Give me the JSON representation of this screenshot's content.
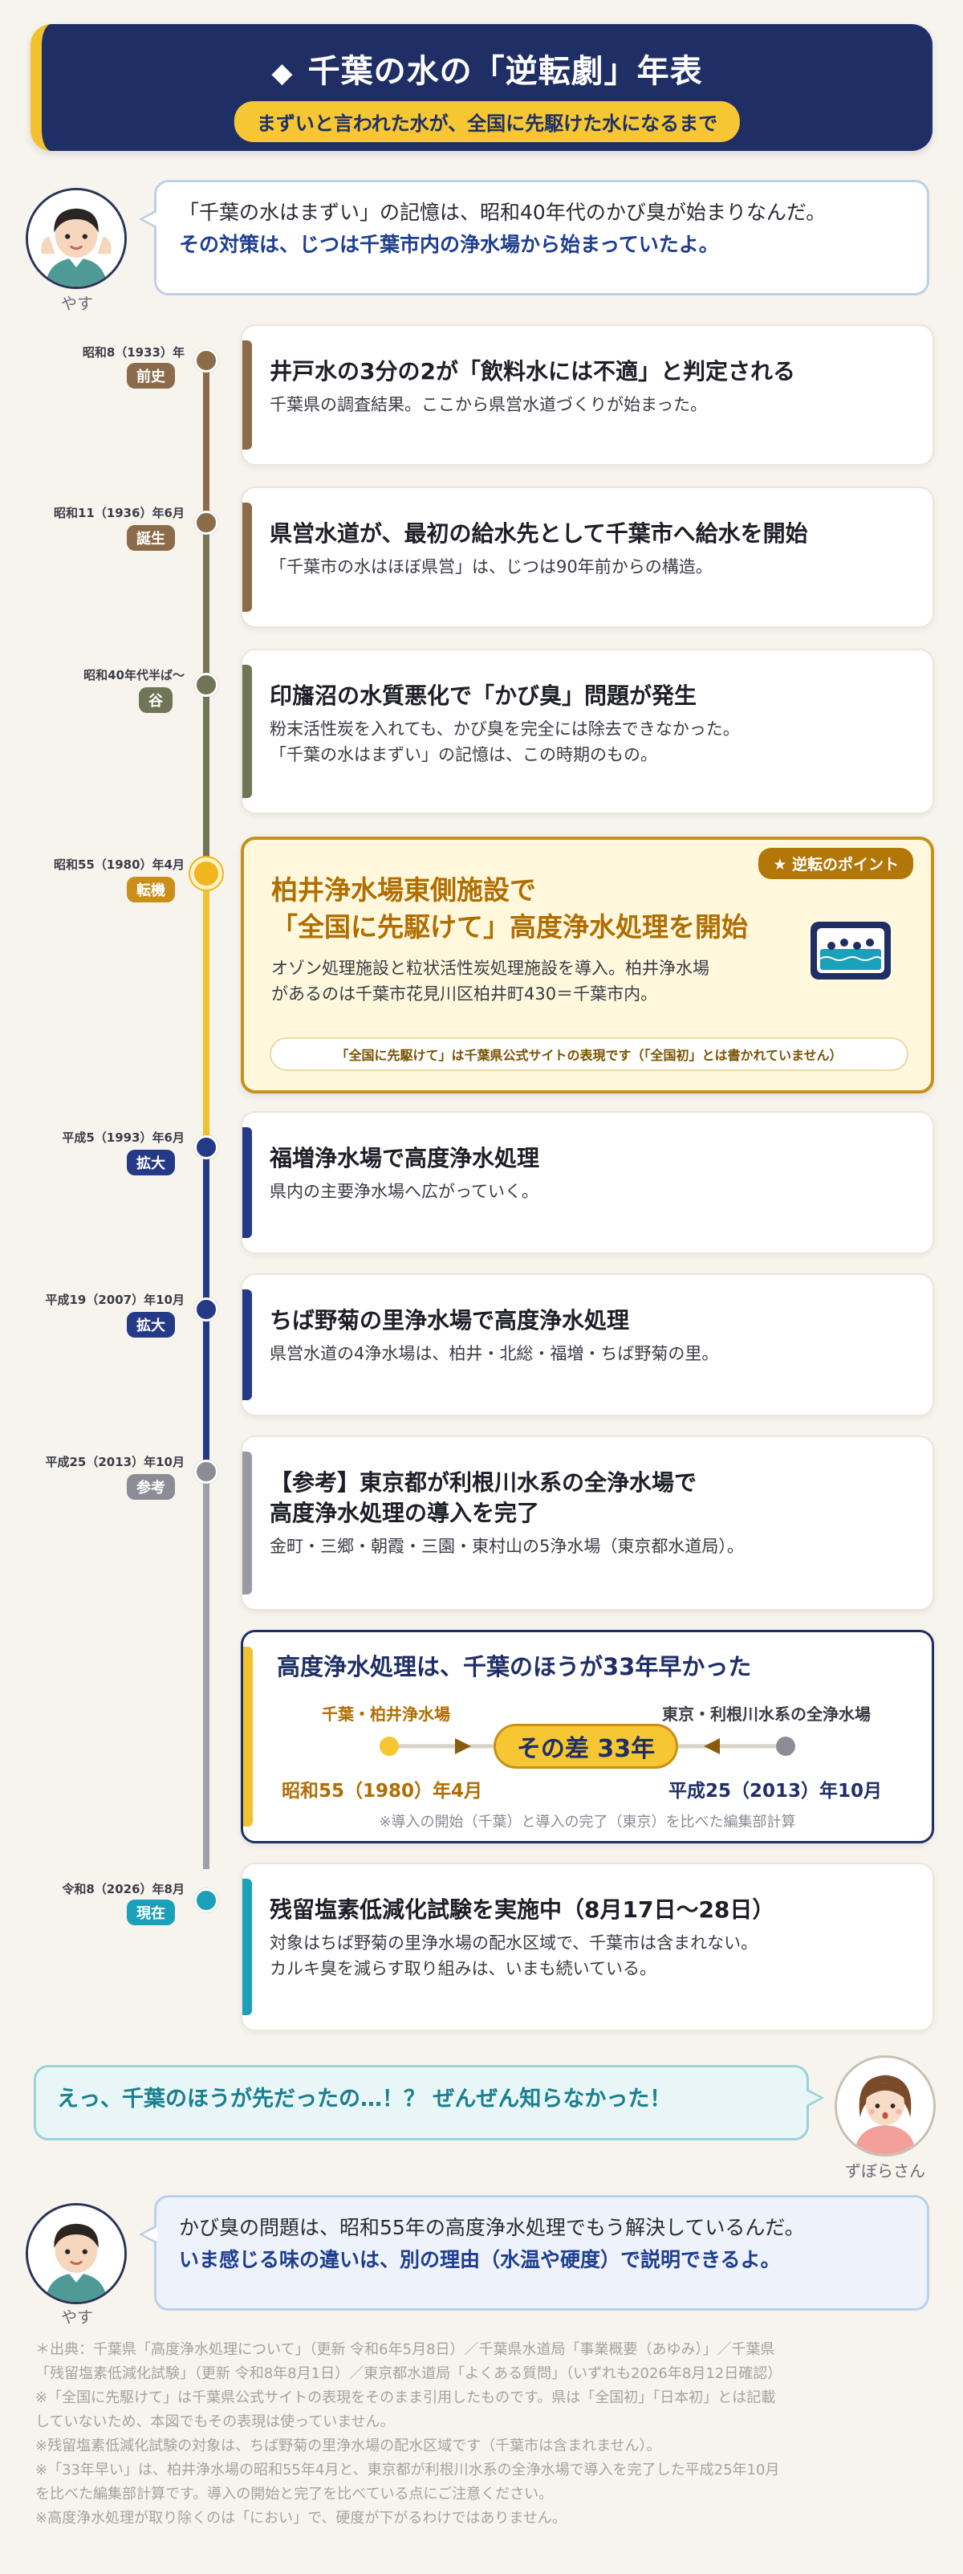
{
  "header": {
    "title": "千葉の水の「逆転劇」年表",
    "subtitle": "まずいと言われた水が、全国に先駆けた水になるまで"
  },
  "intro": {
    "speaker": "やす",
    "line1": "「千葉の水はまずい」の記憶は、昭和40年代のかび臭が始まりなんだ。",
    "line2": "その対策は、じつは千葉市内の浄水場から始まっていたよ。"
  },
  "timeline": [
    {
      "date": "昭和8（1933）年",
      "tag": "前史",
      "title": "井戸水の3分の2が「飲料水には不適」と判定される",
      "body": [
        "千葉県の調査結果。ここから県営水道づくりが始まった。"
      ]
    },
    {
      "date": "昭和11（1936）年6月",
      "tag": "誕生",
      "title": "県営水道が、最初の給水先として千葉市へ給水を開始",
      "body": [
        "「千葉市の水はほぼ県営」は、じつは90年前からの構造。"
      ]
    },
    {
      "date": "昭和40年代半ば〜",
      "tag": "谷",
      "title": "印旛沼の水質悪化で「かび臭」問題が発生",
      "body": [
        "粉末活性炭を入れても、かび臭を完全には除去できなかった。",
        "「千葉の水はまずい」の記憶は、この時期のもの。"
      ]
    },
    {
      "date": "昭和55（1980）年4月",
      "tag": "転機"
    },
    {
      "date": "平成5（1993）年6月",
      "tag": "拡大",
      "title": "福増浄水場で高度浄水処理",
      "body": [
        "県内の主要浄水場へ広がっていく。"
      ]
    },
    {
      "date": "平成19（2007）年10月",
      "tag": "拡大",
      "title": "ちば野菊の里浄水場で高度浄水処理",
      "body": [
        "県営水道の4浄水場は、柏井・北総・福増・ちば野菊の里。"
      ]
    },
    {
      "date": "平成25（2013）年10月",
      "tag": "参考",
      "title_lines": [
        "【参考】東京都が利根川水系の全浄水場で",
        "高度浄水処理の導入を完了"
      ],
      "body": [
        "金町・三郷・朝霞・三園・東村山の5浄水場（東京都水道局）。"
      ]
    },
    {
      "date": "令和8（2026）年8月",
      "tag": "現在",
      "title": "残留塩素低減化試験を実施中（8月17日〜28日）",
      "body": [
        "対象はちば野菊の里浄水場の配水区域で、千葉市は含まれない。",
        "カルキ臭を減らす取り組みは、いまも続いている。"
      ]
    }
  ],
  "highlight": {
    "badge": "★ 逆転のポイント",
    "title1": "柏井浄水場東側施設で",
    "title2": "「全国に先駆けて」高度浄水処理を開始",
    "body1": "オゾン処理施設と粒状活性炭処理施設を導入。柏井浄水場",
    "body2": "があるのは千葉市花見川区柏井町430＝千葉市内。",
    "note": "「全国に先駆けて」は千葉県公式サイトの表現です（「全国初」とは書かれていません）",
    "icon": "water-treatment-icon"
  },
  "compare": {
    "title": "高度浄水処理は、千葉のほうが33年早かった",
    "left_label": "千葉・柏井浄水場",
    "right_label": "東京・利根川水系の全浄水場",
    "diff": "その差 33年",
    "left_date": "昭和55（1980）年4月",
    "right_date": "平成25（2013）年10月",
    "note": "※導入の開始（千葉）と導入の完了（東京）を比べた編集部計算"
  },
  "reply": {
    "speaker": "ずぼらさん",
    "text": "えっ、千葉のほうが先だったの…！？ ぜんぜん知らなかった！"
  },
  "closing": {
    "speaker": "やす",
    "line1": "かび臭の問題は、昭和55年の高度浄水処理でもう解決しているんだ。",
    "line2": "いま感じる味の違いは、別の理由（水温や硬度）で説明できるよ。"
  },
  "footnotes": [
    "＊出典：千葉県「高度浄水処理について」（更新 令和6年5月8日）／千葉県水道局「事業概要（あゆみ）」／千葉県",
    "「残留塩素低減化試験」（更新 令和8年8月1日）／東京都水道局「よくある質問」（いずれも2026年8月12日確認）",
    "※「全国に先駆けて」は千葉県公式サイトの表現をそのまま引用したものです。県は「全国初」「日本初」とは記載",
    "していないため、本図でもその表現は使っていません。",
    "※残留塩素低減化試験の対象は、ちば野菊の里浄水場の配水区域です（千葉市は含まれません）。",
    "※「33年早い」は、柏井浄水場の昭和55年4月と、東京都が利根川水系の全浄水場で導入を完了した平成25年10月",
    "を比べた編集部計算です。導入の開始と完了を比べている点にご注意ください。",
    "※高度浄水処理が取り除くのは「におい」で、硬度が下がるわけではありません。"
  ],
  "colors": {
    "navy": "#1f2f66",
    "yellow": "#f2c22e",
    "brown": "#8b6b4a",
    "olive": "#6f7555",
    "gold": "#f2b51d",
    "blue": "#253a86",
    "gray": "#8c8c96",
    "teal": "#1aa0b8"
  }
}
